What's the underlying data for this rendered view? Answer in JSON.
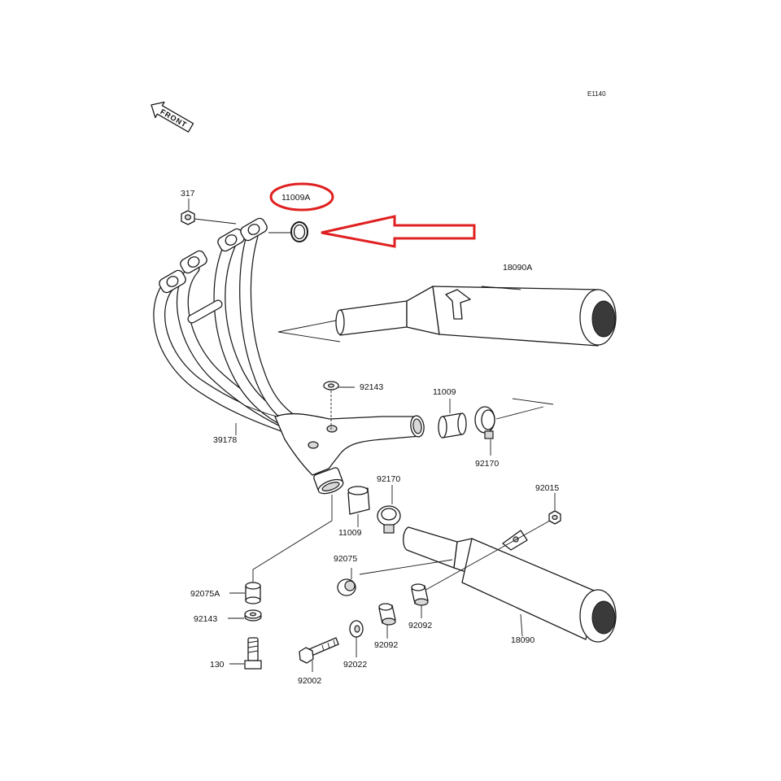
{
  "diagram": {
    "code": "E1140",
    "front_label": "FRONT",
    "highlight_color": "#e02020",
    "labels": {
      "p317": "317",
      "p11009A": "11009A",
      "p18090A": "18090A",
      "p92143_top": "92143",
      "p11009_right": "11009",
      "p39178": "39178",
      "p92170_right": "92170",
      "p92170_lower": "92170",
      "p11009_lower": "11009",
      "p92015": "92015",
      "p92075": "92075",
      "p92075A": "92075A",
      "p92143_lower": "92143",
      "p130": "130",
      "p92002": "92002",
      "p92022": "92022",
      "p92092_left": "92092",
      "p92092_right": "92092",
      "p18090": "18090"
    }
  }
}
